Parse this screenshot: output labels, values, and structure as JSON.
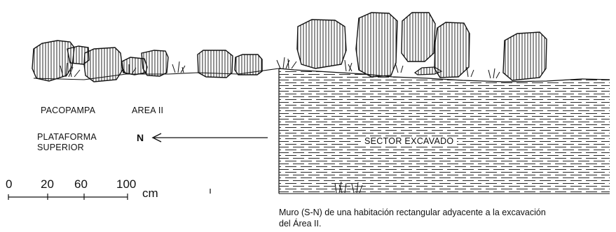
{
  "labels": {
    "site": "PACOPAMPA",
    "area": "AREA II",
    "platform_line1": "PLATAFORMA",
    "platform_line2": "SUPERIOR",
    "north": "N",
    "excavated_sector": "SECTOR EXCAVADO"
  },
  "scale_bar": {
    "ticks": [
      "0",
      "20",
      "60",
      "100"
    ],
    "unit": "cm"
  },
  "caption": {
    "line1": "Muro (S-N) de una habitación rectangular adyacente  a la excavación",
    "line2": "del Área II."
  },
  "colors": {
    "ink": "#111111",
    "background": "#ffffff"
  }
}
